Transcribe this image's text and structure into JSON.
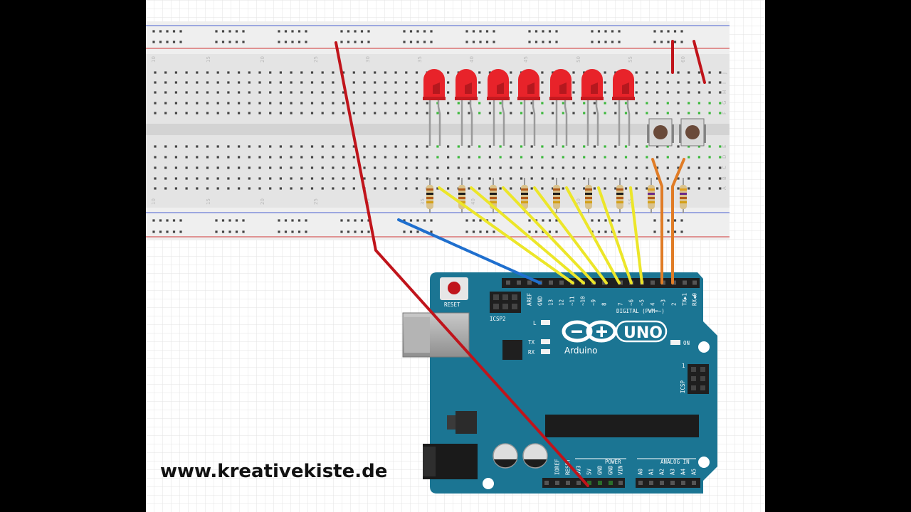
{
  "breadboard": {
    "column_numbers_top": [
      "10",
      "15",
      "20",
      "25",
      "30",
      "35",
      "40",
      "45",
      "50",
      "55",
      "60"
    ],
    "column_numbers_bottom": [
      "10",
      "15",
      "20",
      "25",
      "30",
      "35",
      "40",
      "45",
      "50",
      "55",
      "60"
    ],
    "row_letters_top": [
      "J",
      "I",
      "H",
      "G",
      "F"
    ],
    "row_letters_bottom": [
      "E",
      "D",
      "C",
      "B",
      "A"
    ]
  },
  "components": {
    "led_count": 7,
    "led_color": "#e8232a",
    "resistor_count": 9,
    "button_count": 2
  },
  "wires": {
    "red": "#c0141b",
    "yellow": "#ece629",
    "orange": "#e07c26",
    "blue": "#1f6fce"
  },
  "arduino": {
    "brand": "Arduino",
    "model": "UNO",
    "board_color": "#1b7593",
    "reset_label": "RESET",
    "icsp2_label": "ICSP2",
    "icsp_label": "ICSP",
    "l_label": "L",
    "tx_label": "TX",
    "rx_label": "RX",
    "on_label": "ON",
    "digital_label": "DIGITAL (PWM=~)",
    "power_label": "POWER",
    "analog_label": "ANALOG IN",
    "one_label": "1",
    "digital_pins": [
      "AREF",
      "GND",
      "13",
      "12",
      "~11",
      "~10",
      "~9",
      "8",
      "7",
      "~6",
      "~5",
      "4",
      "~3",
      "2",
      "TX▶1",
      "RX◀0"
    ],
    "power_pins": [
      "IOREF",
      "RESET",
      "3V3",
      "5V",
      "GND",
      "GND",
      "VIN"
    ],
    "analog_pins": [
      "A0",
      "A1",
      "A2",
      "A3",
      "A4",
      "A5"
    ]
  },
  "website": "www.kreativekiste.de"
}
